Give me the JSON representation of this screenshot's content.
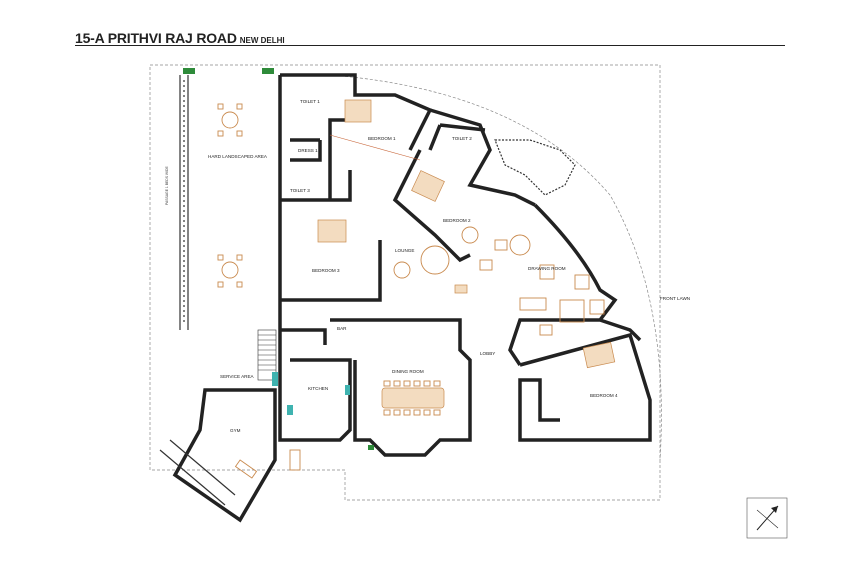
{
  "title": "15-A PRITHVI RAJ ROAD",
  "subtitle": "NEW DELHI",
  "rooms": {
    "toilet1": "TOILET 1",
    "bedroom1": "BEDROOM 1",
    "dress1": "DRESS 1",
    "toilet2": "TOILET 2",
    "toilet3": "TOILET 3",
    "bedroom2": "BEDROOM 2",
    "bedroom3": "BEDROOM 3",
    "lounge": "LOUNGE",
    "drawing_room": "DRAWING ROOM",
    "bedroom4": "BEDROOM 4",
    "dining_room": "DINING ROOM",
    "kitchen": "KITCHEN",
    "lobby": "LOBBY",
    "bar": "BAR",
    "service_area": "SERVICE AREA",
    "gym": "GYM",
    "hard_landscaped_area": "HARD LANDSCAPED AREA",
    "passage": "PASSAGE 1 BEDS WIDE",
    "front_lawn": "FRONT LAWN"
  }
}
